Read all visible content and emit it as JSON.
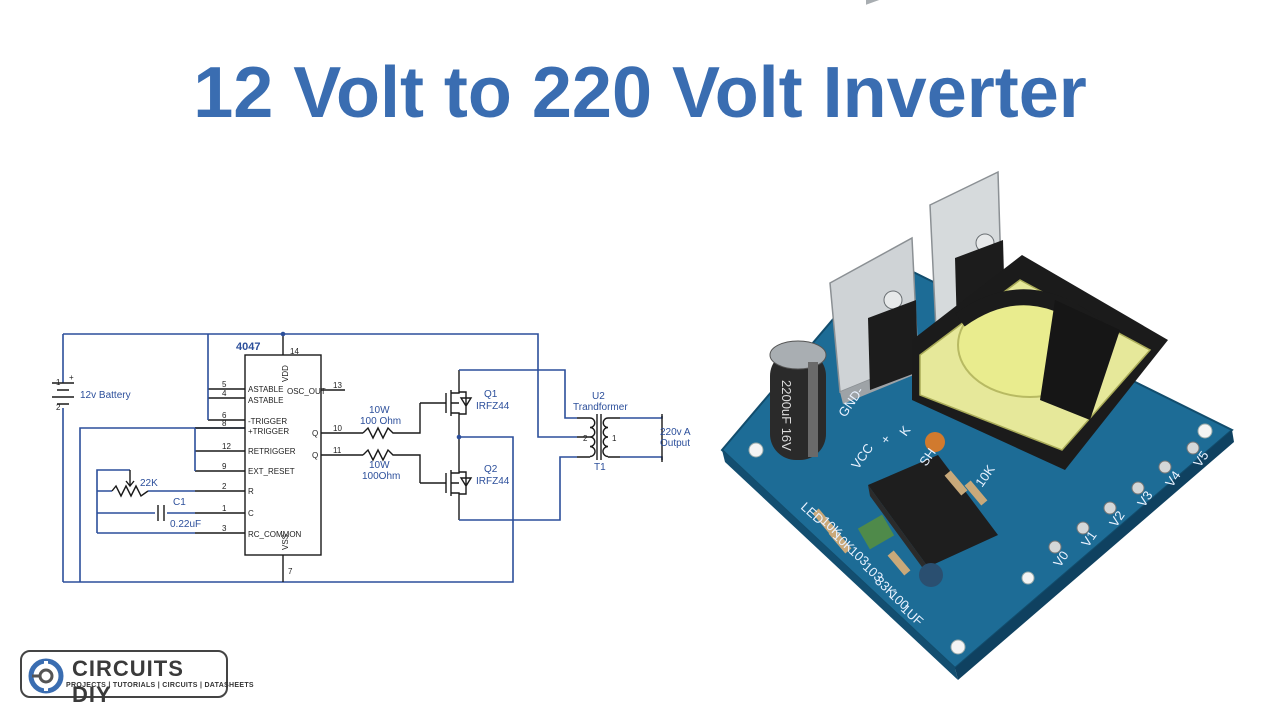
{
  "title": "12 Volt to 220 Volt Inverter",
  "colors": {
    "title": "#3a6db1",
    "wire": "#2c4f9b",
    "pcb": "#1f6f99"
  },
  "schematic": {
    "ic": {
      "name": "4047",
      "vdd": "VDD",
      "vss": "VSS",
      "pins_left": [
        {
          "num": "5",
          "label": "ASTABLE"
        },
        {
          "num": "4",
          "label": "ASTABLE"
        },
        {
          "num": "6",
          "label": "-TRIGGER"
        },
        {
          "num": "8",
          "label": "+TRIGGER"
        },
        {
          "num": "12",
          "label": "RETRIGGER"
        },
        {
          "num": "9",
          "label": "EXT_RESET"
        },
        {
          "num": "2",
          "label": "R"
        },
        {
          "num": "1",
          "label": "C"
        },
        {
          "num": "3",
          "label": "RC_COMMON"
        }
      ],
      "pins_right": [
        {
          "num": "13",
          "label": "OSC_OUT"
        },
        {
          "num": "10",
          "label": "Q"
        },
        {
          "num": "11",
          "label": "Q"
        }
      ],
      "pin_top": "14",
      "pin_bottom": "7"
    },
    "battery": {
      "label": "12v Battery",
      "plus": "+",
      "pin1": "1",
      "pin2": "2"
    },
    "pot": {
      "label": "22K"
    },
    "cap": {
      "ref": "C1",
      "value": "0.22uF"
    },
    "r1": {
      "power": "10W",
      "value": "100 Ohm"
    },
    "r2": {
      "power": "10W",
      "value": "100Ohm"
    },
    "q1": {
      "ref": "Q1",
      "part": "IRFZ44"
    },
    "q2": {
      "ref": "Q2",
      "part": "IRFZ44"
    },
    "transformer": {
      "ref": "U2",
      "name": "Trandformer",
      "tref": "T1",
      "pin2": "2",
      "pin1": "1"
    },
    "output": {
      "line1": "220v A",
      "line2": "Output"
    }
  },
  "pcb": {
    "cap_text": "2200uF 16V",
    "silk": [
      "GND-",
      "VCC",
      "+",
      "K",
      "SH",
      "LED",
      "10K",
      "10K",
      "103",
      "103",
      "33K",
      "100",
      "1UF",
      "10K",
      "V0",
      "V1",
      "V2",
      "V3",
      "V4",
      "V5"
    ]
  },
  "logo": {
    "name": "CIRCUITS DIY",
    "tagline": "PROJECTS | TUTORIALS | CIRCUITS | DATASHEETS"
  }
}
